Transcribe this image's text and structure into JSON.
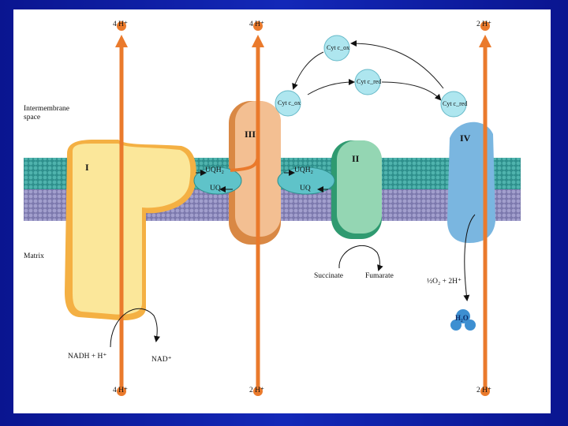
{
  "colors": {
    "background": "#0d1a9e",
    "panel": "#ffffff",
    "proton_arrow": "#ea7a2c",
    "complex_I": "#fbe79a",
    "complex_I_edge": "#f2a53a",
    "complex_II": "#8fd4b0",
    "complex_III": "#f1b98d",
    "complex_IV": "#7ab6e0",
    "cytochrome": "#aee6ef",
    "membrane_heads": "#3a9d9a",
    "membrane_matrix_side": "#8a87b8"
  },
  "labels": {
    "intermembrane": "Intermembrane\nspace",
    "matrix": "Matrix"
  },
  "complexes": {
    "I": "I",
    "II": "II",
    "III": "III",
    "IV": "IV"
  },
  "protons": {
    "top_I": "4 H⁺",
    "bottom_I": "4 H⁺",
    "top_III": "4 H⁺",
    "bottom_III": "2 H⁺",
    "top_IV": "2 H⁺",
    "bottom_IV": "2 H⁺"
  },
  "carriers": {
    "uqh2_left": "UQH₂",
    "uq_left": "UQ",
    "uqh2_right": "UQH₂",
    "uq_right": "UQ"
  },
  "cytochromes": {
    "top": "Cyt c_ox",
    "left": "Cyt c_ox",
    "mid": "Cyt c_red",
    "right": "Cyt c_red"
  },
  "substrates": {
    "nadh": "NADH + H⁺",
    "nad": "NAD⁺",
    "succinate": "Succinate",
    "fumarate": "Fumarate",
    "oxygen": "½O₂ + 2H⁺",
    "water": "H₂O"
  }
}
